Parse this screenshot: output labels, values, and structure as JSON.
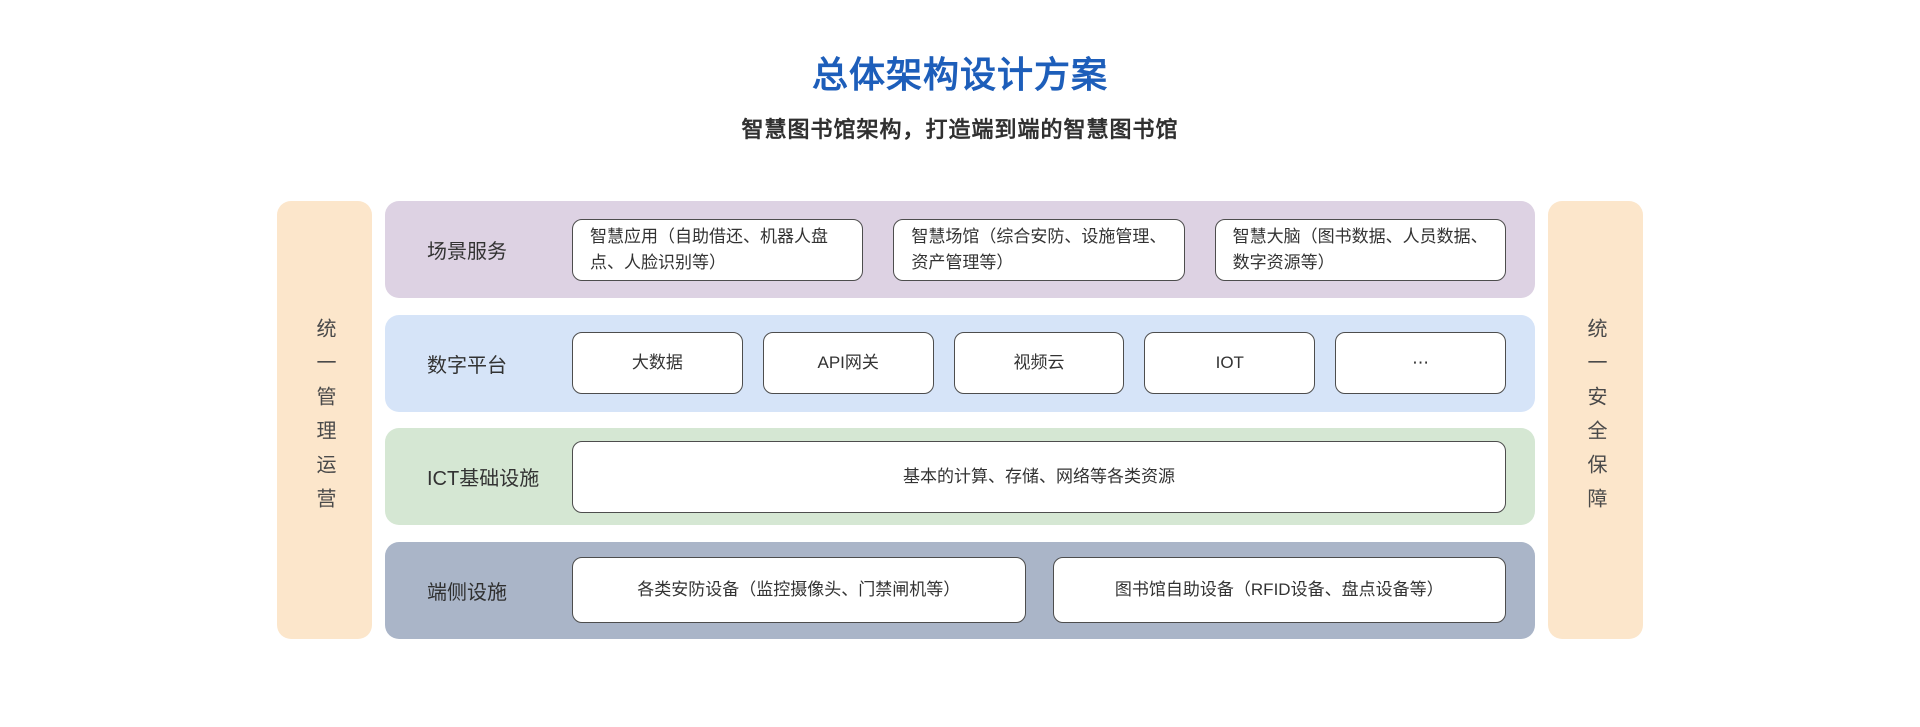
{
  "page": {
    "title": "总体架构设计方案",
    "subtitle": "智慧图书馆架构，打造端到端的智慧图书馆"
  },
  "colors": {
    "title_blue": "#1d5eba",
    "scene_bg": "#ddd2e3",
    "platform_bg": "#d6e4f8",
    "ict_bg": "#d5e7d3",
    "device_bg": "#aab5c8",
    "sidebar_bg": "#fce6cb",
    "box_border": "#4d4d4d"
  },
  "left_bar": {
    "label": "统一管理运营"
  },
  "right_bar": {
    "label": "统一安全保障"
  },
  "rows": [
    {
      "label": "场景服务",
      "boxes": [
        "智慧应用（自助借还、机器人盘点、人脸识别等）",
        "智慧场馆（综合安防、设施管理、资产管理等）",
        "智慧大脑（图书数据、人员数据、数字资源等）"
      ]
    },
    {
      "label": "数字平台",
      "boxes": [
        "大数据",
        "API网关",
        "视频云",
        "IOT",
        "⋯"
      ]
    },
    {
      "label": "ICT基础设施",
      "boxes": [
        "基本的计算、存储、网络等各类资源"
      ]
    },
    {
      "label": "端侧设施",
      "boxes": [
        "各类安防设备（监控摄像头、门禁闸机等）",
        "图书馆自助设备（RFID设备、盘点设备等）"
      ]
    }
  ]
}
